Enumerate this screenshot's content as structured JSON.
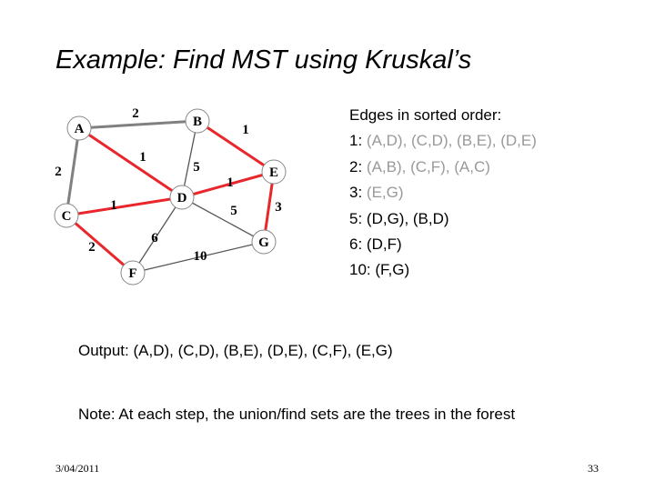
{
  "slide": {
    "title": "Example: Find MST using Kruskal’s",
    "date": "3/04/2011",
    "page_number": "33"
  },
  "graph": {
    "nodes": [
      {
        "id": "A",
        "label": "A"
      },
      {
        "id": "B",
        "label": "B"
      },
      {
        "id": "C",
        "label": "C"
      },
      {
        "id": "D",
        "label": "D"
      },
      {
        "id": "E",
        "label": "E"
      },
      {
        "id": "F",
        "label": "F"
      },
      {
        "id": "G",
        "label": "G"
      }
    ],
    "edges": [
      {
        "from": "A",
        "to": "B",
        "weight": "2",
        "in_mst": false
      },
      {
        "from": "A",
        "to": "D",
        "weight": "1",
        "in_mst": true
      },
      {
        "from": "A",
        "to": "C",
        "weight": "2",
        "in_mst": false
      },
      {
        "from": "B",
        "to": "E",
        "weight": "1",
        "in_mst": true
      },
      {
        "from": "B",
        "to": "D",
        "weight": "5",
        "in_mst": false
      },
      {
        "from": "D",
        "to": "E",
        "weight": "1",
        "in_mst": true
      },
      {
        "from": "C",
        "to": "D",
        "weight": "1",
        "in_mst": true
      },
      {
        "from": "D",
        "to": "G",
        "weight": "5",
        "in_mst": false
      },
      {
        "from": "E",
        "to": "G",
        "weight": "3",
        "in_mst": true
      },
      {
        "from": "C",
        "to": "F",
        "weight": "2",
        "in_mst": true
      },
      {
        "from": "D",
        "to": "F",
        "weight": "6",
        "in_mst": false
      },
      {
        "from": "F",
        "to": "G",
        "weight": "10",
        "in_mst": false
      }
    ],
    "colors": {
      "mst_edge": "#e8262b",
      "other_edge": "#808080",
      "thin_edge": "#555555",
      "node_border": "#888888"
    }
  },
  "sorted_edges": {
    "heading": "Edges in sorted order:",
    "rows": [
      {
        "weight": "1:  ",
        "edges": "(A,D), (C,D), (B,E), (D,E)",
        "processed": true
      },
      {
        "weight": "2:  ",
        "edges": "(A,B), (C,F), (A,C)",
        "processed": true
      },
      {
        "weight": "3:  ",
        "edges": "(E,G)",
        "processed": true
      },
      {
        "weight": "5:  ",
        "edges": "(D,G), (B,D)",
        "processed": false
      },
      {
        "weight": "6:  ",
        "edges": "(D,F)",
        "processed": false
      },
      {
        "weight": "10: ",
        "edges": "(F,G)",
        "processed": false
      }
    ]
  },
  "output": "Output: (A,D), (C,D), (B,E), (D,E), (C,F), (E,G)",
  "note": "Note: At each step, the union/find sets are the trees in the forest"
}
